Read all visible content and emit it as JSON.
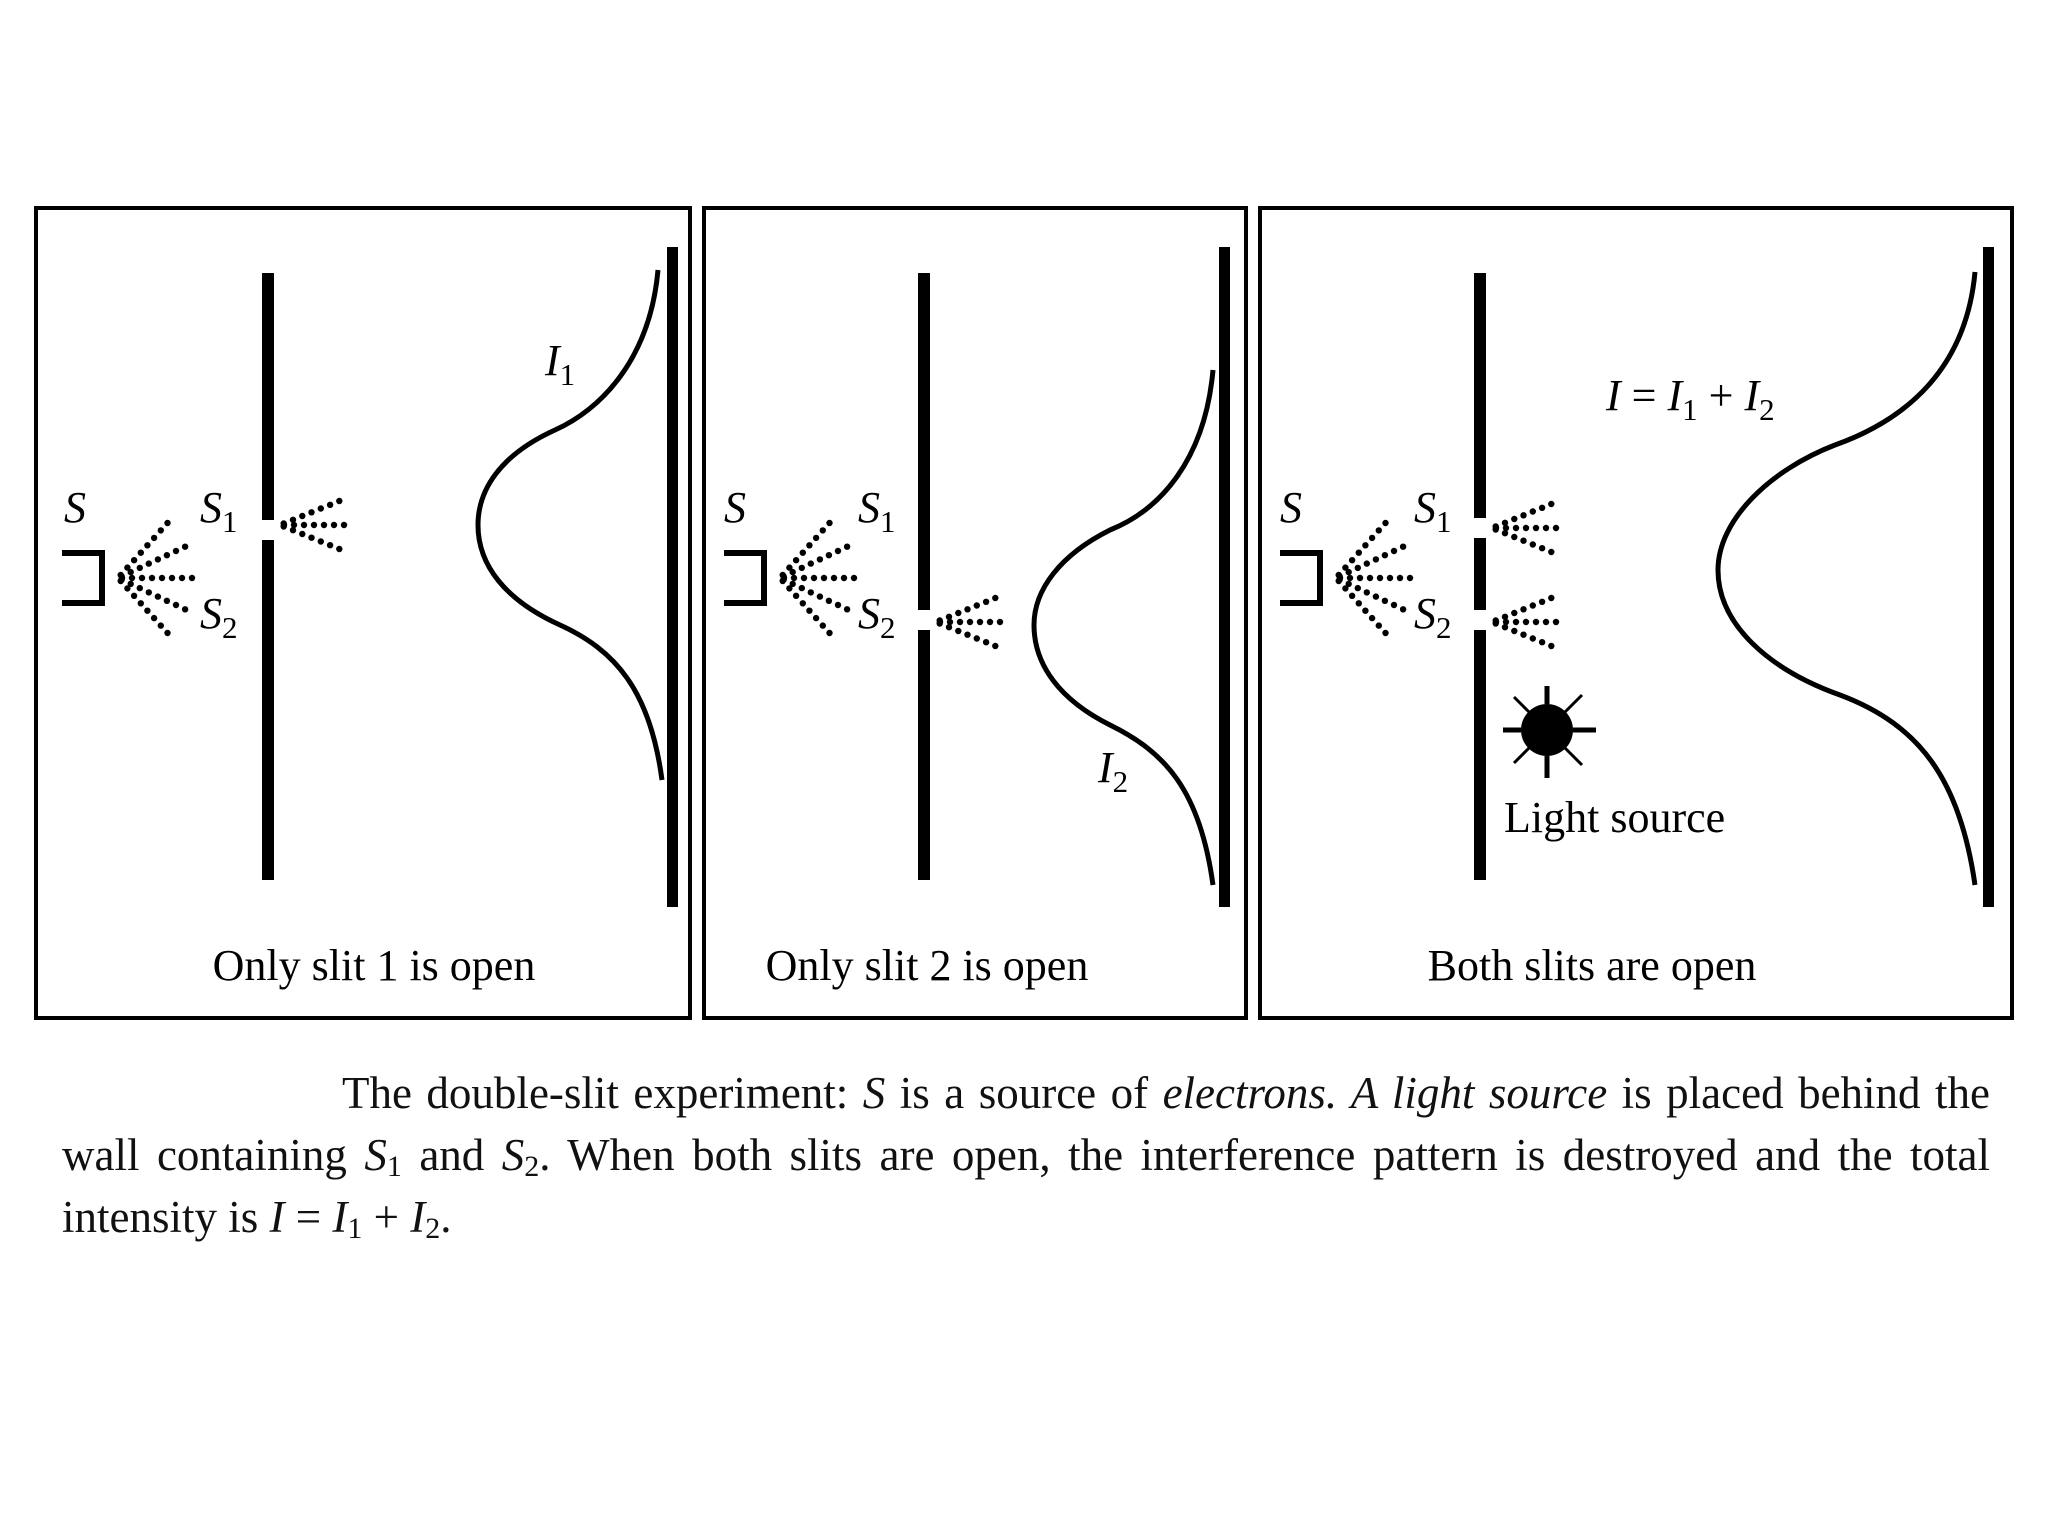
{
  "panels": [
    {
      "source_label": "S",
      "slit1_label": {
        "base": "S",
        "sub": "1"
      },
      "slit2_label": {
        "base": "S",
        "sub": "2"
      },
      "curve_label": {
        "base": "I",
        "sub": "1"
      },
      "caption": "Only slit 1 is open"
    },
    {
      "source_label": "S",
      "slit1_label": {
        "base": "S",
        "sub": "1"
      },
      "slit2_label": {
        "base": "S",
        "sub": "2"
      },
      "curve_label": {
        "base": "I",
        "sub": "2"
      },
      "caption": "Only slit 2 is open"
    },
    {
      "source_label": "S",
      "slit1_label": {
        "base": "S",
        "sub": "1"
      },
      "slit2_label": {
        "base": "S",
        "sub": "2"
      },
      "curve_label": {
        "lhs": "I",
        "eq": "=",
        "t1": "I",
        "t1_sub": "1",
        "plus": "+",
        "t2": "I",
        "t2_sub": "2"
      },
      "light_source_label": "Light source",
      "caption": "Both slits are open"
    }
  ],
  "caption": {
    "p1": "The double-slit experiment:  ",
    "s": "S",
    "p2": " is a source of ",
    "electrons": "electrons. A light source",
    "p3": " is placed behind the wall containing ",
    "s1": "S",
    "s1_sub": "1",
    "and": " and ",
    "s2": "S",
    "s2_sub": "2",
    "p4": ".  When both slits are open, the interference pattern is destroyed and the total intensity is ",
    "i": "I",
    "eq": " = ",
    "i1": "I",
    "i1_sub": "1",
    "plus": " + ",
    "i2": "I",
    "i2_sub": "2",
    "end": "."
  }
}
